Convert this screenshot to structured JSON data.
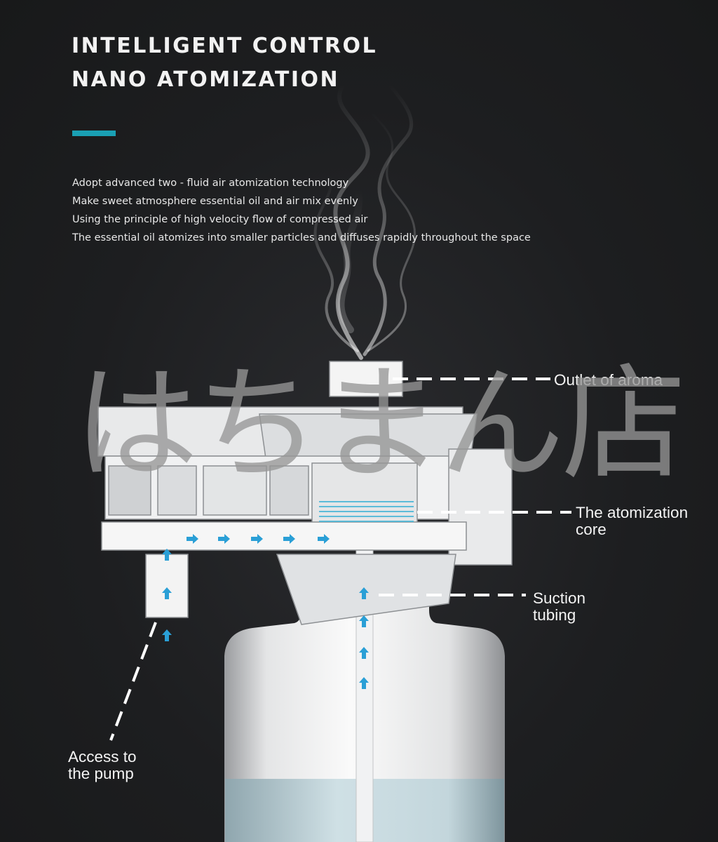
{
  "heading": {
    "line1": "INTELLIGENT CONTROL",
    "line2": "NANO ATOMIZATION"
  },
  "accent_color": "#1aa0b4",
  "arrow_color": "#2a9fd6",
  "description": [
    "Adopt advanced two - fluid air atomization technology",
    "Make sweet atmosphere essential oil and air mix evenly",
    "Using the principle of high velocity flow of compressed air",
    "The essential oil atomizes into smaller particles and diffuses rapidly throughout the space"
  ],
  "callouts": {
    "outlet": "Outlet of aroma",
    "core_line1": "The atomization",
    "core_line2": "core",
    "suction_line1": "Suction",
    "suction_line2": "tubing",
    "pump_line1": "Access to",
    "pump_line2": "the pump"
  },
  "watermark": "はちまん店"
}
